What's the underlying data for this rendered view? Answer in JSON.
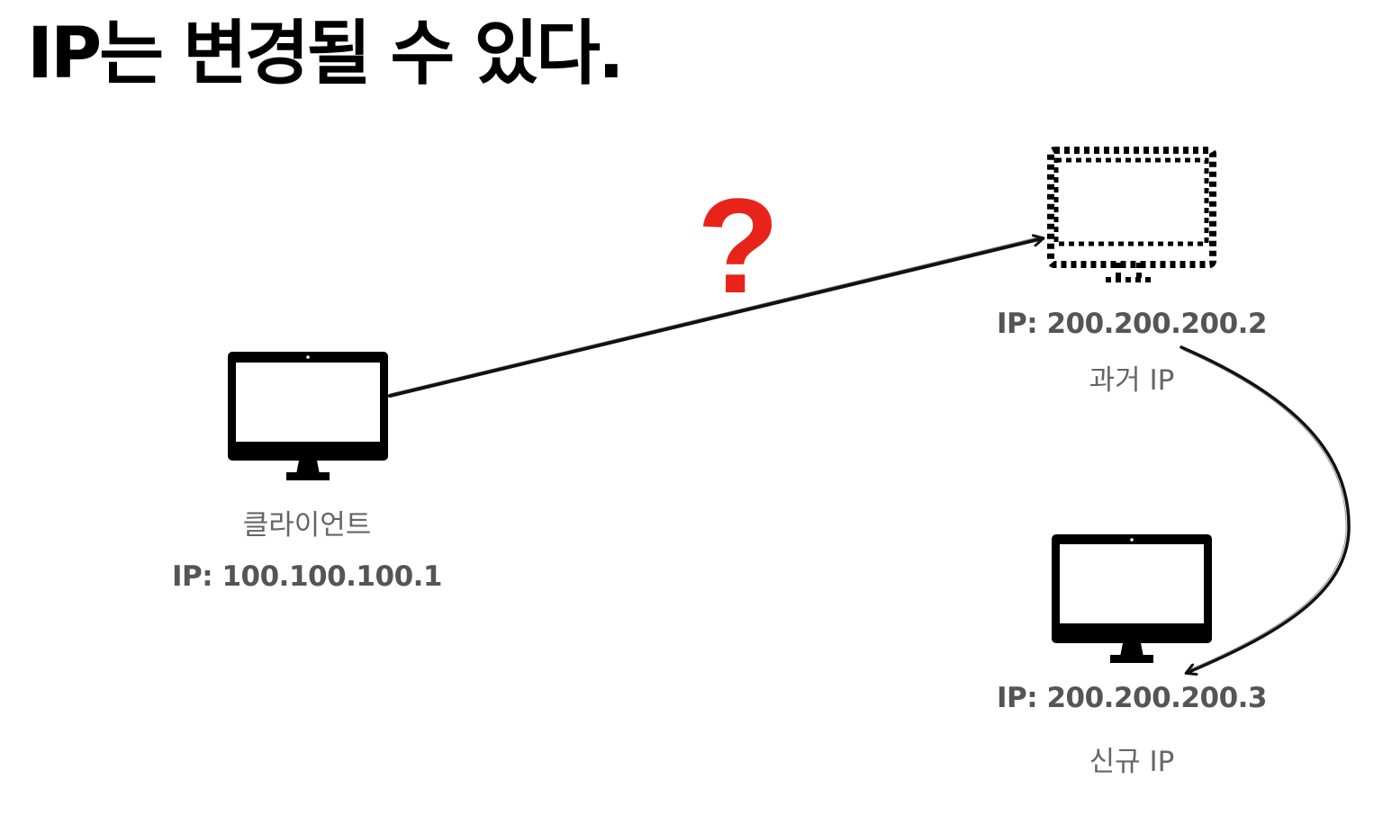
{
  "title": "IP는 변경될 수 있다.",
  "question_mark": "?",
  "client": {
    "name": "클라이언트",
    "ip": "IP: 100.100.100.1"
  },
  "old_server": {
    "ip": "IP: 200.200.200.2",
    "name": "과거 IP"
  },
  "new_server": {
    "ip": "IP: 200.200.200.3",
    "name": "신규 IP"
  },
  "colors": {
    "question_mark": "#e8231a",
    "label_text": "#555555",
    "monitor": "#000000"
  },
  "icons": [
    "monitor-icon",
    "monitor-dotted-icon",
    "arrow"
  ]
}
